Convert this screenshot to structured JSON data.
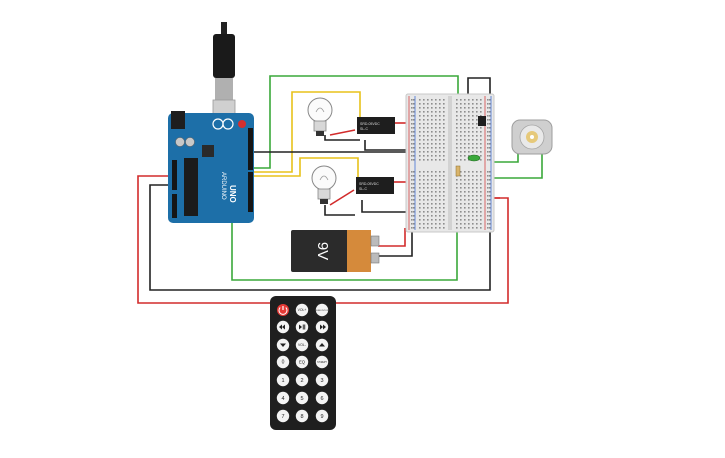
{
  "arduino": {
    "brand_text": "ARDUINO",
    "model_text": "UNO",
    "color": "#1d6fa8",
    "header_color": "#151515",
    "reset_color": "#d32f2f"
  },
  "battery": {
    "label": "9V",
    "body_color": "#2b2b2b",
    "band_color": "#d58a3b"
  },
  "relays": [
    {
      "id": "relay-top",
      "label_lines": [
        "SRD-05VDC",
        "SL-C"
      ]
    },
    {
      "id": "relay-bottom",
      "label_lines": [
        "SRD-05VDC",
        "SL-C"
      ]
    }
  ],
  "bulbs": [
    {
      "id": "bulb-top"
    },
    {
      "id": "bulb-bottom"
    }
  ],
  "motor": {
    "color": "#cfcfcf",
    "shaft_color": "#e6c97a"
  },
  "breadboard": {
    "color": "#e8e8e8"
  },
  "remote": {
    "power_color": "#e53935",
    "row1": [
      "VOL+",
      "FUNC/STOP"
    ],
    "row2_icons": [
      "rewind-icon",
      "play-pause-icon",
      "fast-forward-icon"
    ],
    "row3": [
      "VOL-"
    ],
    "row3_icons": [
      "down-arrow-icon",
      "up-arrow-icon"
    ],
    "row4": [
      "0",
      "EQ",
      "ST/REPT"
    ],
    "digits": [
      "1",
      "2",
      "3",
      "4",
      "5",
      "6",
      "7",
      "8",
      "9"
    ]
  },
  "wire_colors": {
    "green": "#3aa83a",
    "red": "#d22b2b",
    "black": "#222222",
    "yellow": "#e8c21a"
  }
}
